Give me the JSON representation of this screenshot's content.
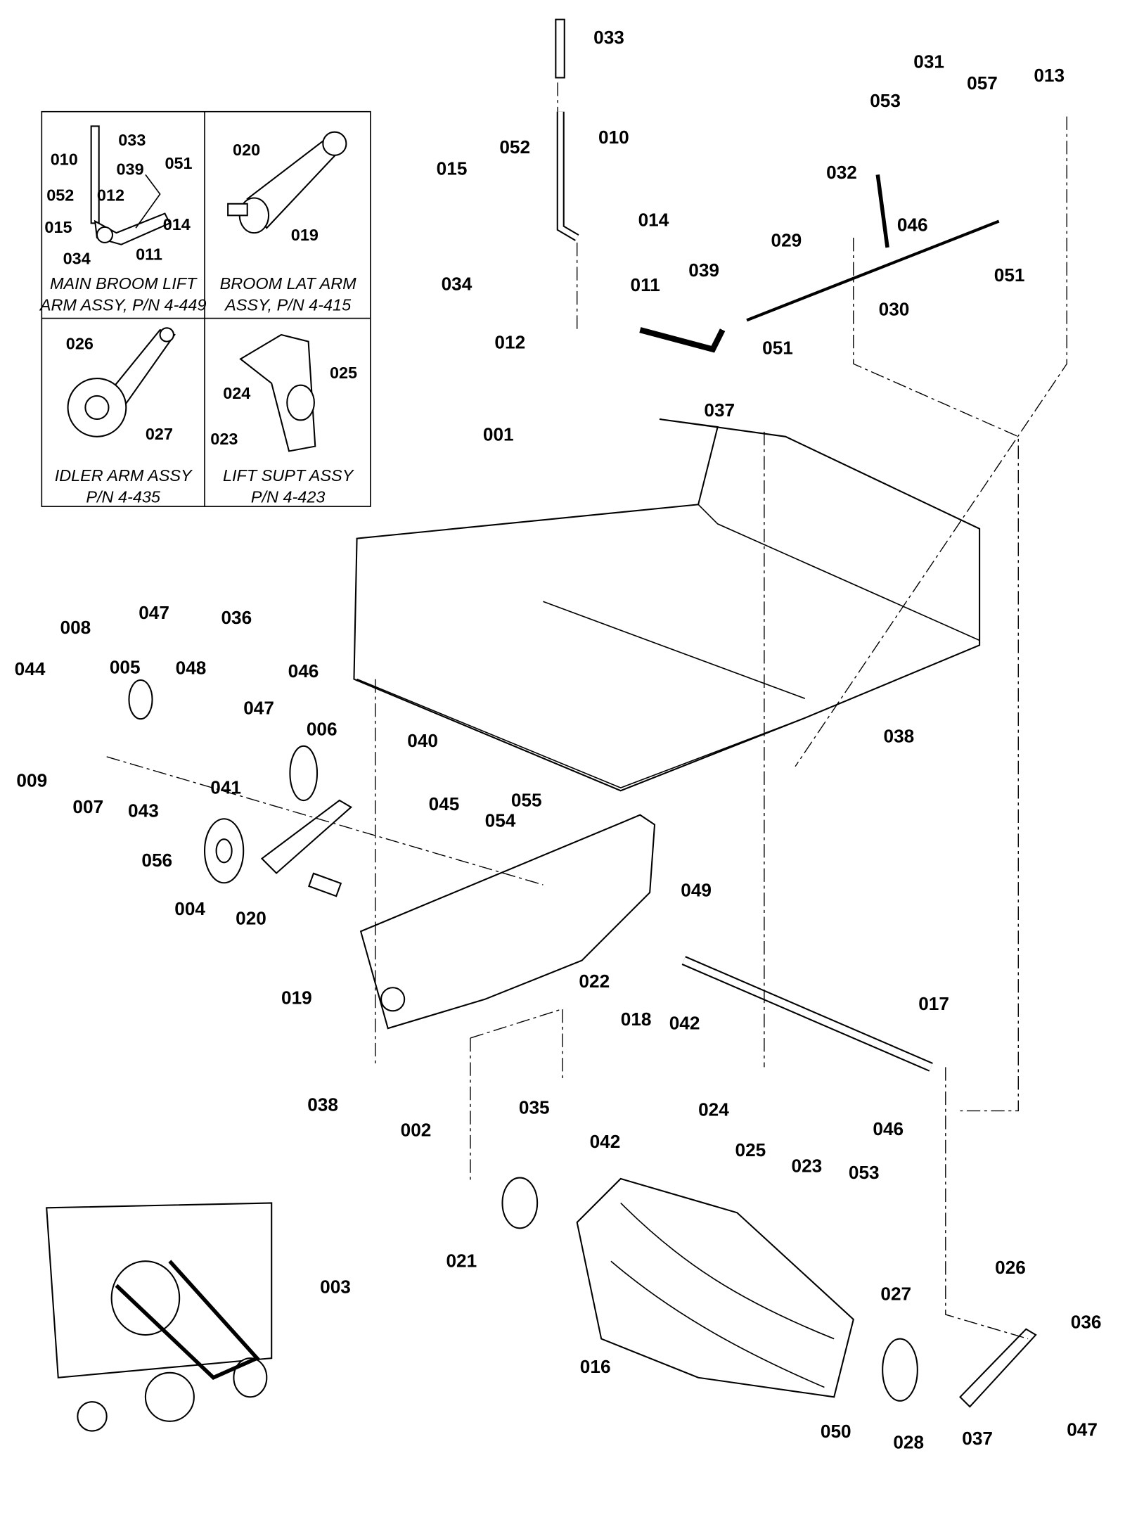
{
  "insets": [
    {
      "caption_line1": "MAIN BROOM LIFT",
      "caption_line2": "ARM ASSY, P/N 4-449",
      "callouts": [
        "033",
        "010",
        "039",
        "051",
        "052",
        "012",
        "015",
        "014",
        "034",
        "011"
      ]
    },
    {
      "caption_line1": "BROOM LAT ARM",
      "caption_line2": "ASSY, P/N 4-415",
      "callouts": [
        "020",
        "019"
      ]
    },
    {
      "caption_line1": "IDLER ARM ASSY",
      "caption_line2": "P/N 4-435",
      "callouts": [
        "026",
        "027"
      ]
    },
    {
      "caption_line1": "LIFT SUPT ASSY",
      "caption_line2": "P/N 4-423",
      "callouts": [
        "024",
        "025",
        "023"
      ]
    }
  ],
  "callouts": [
    "033",
    "010",
    "015",
    "052",
    "014",
    "034",
    "011",
    "039",
    "012",
    "051",
    "029",
    "030",
    "032",
    "053",
    "031",
    "057",
    "013",
    "046",
    "051",
    "037",
    "001",
    "044",
    "008",
    "005",
    "047",
    "048",
    "036",
    "046",
    "047",
    "006",
    "009",
    "007",
    "041",
    "043",
    "056",
    "004",
    "020",
    "040",
    "045",
    "054",
    "055",
    "038",
    "049",
    "019",
    "022",
    "018",
    "042",
    "017",
    "038",
    "002",
    "024",
    "025",
    "023",
    "053",
    "046",
    "035",
    "042",
    "021",
    "003",
    "016",
    "026",
    "027",
    "036",
    "050",
    "028",
    "037",
    "047"
  ]
}
